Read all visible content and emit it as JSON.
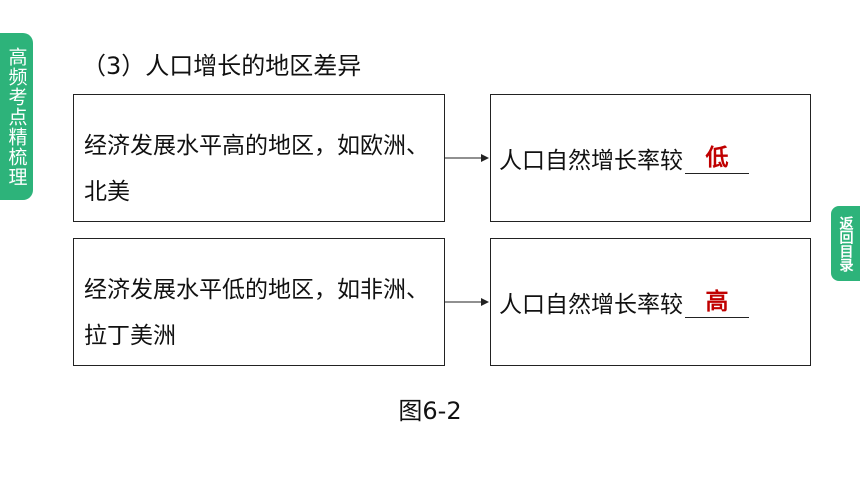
{
  "side_tab": {
    "label": "高频考点精梳理"
  },
  "back_button": {
    "label": "返回目录"
  },
  "heading": "（3）人口增长的地区差异",
  "rows": [
    {
      "condition": "经济发展水平高的地区，如欧洲、北美",
      "result_prefix": "人口自然增长率较",
      "answer": "低"
    },
    {
      "condition": "经济发展水平低的地区，如非洲、拉丁美洲",
      "result_prefix": "人口自然增长率较",
      "answer": "高"
    }
  ],
  "caption": "图6-2",
  "colors": {
    "accent_green": "#2db37a",
    "answer_red": "#c00000"
  }
}
